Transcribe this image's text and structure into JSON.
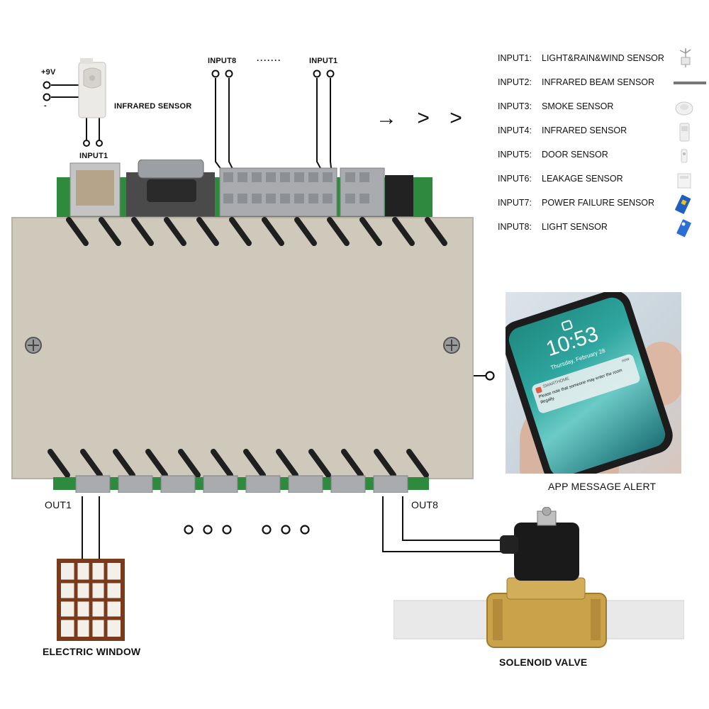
{
  "power": {
    "plus": "+9V",
    "minus": "-"
  },
  "pir": {
    "label": "INFRARED SENSOR",
    "input_label": "INPUT1"
  },
  "inputs_top": {
    "left": "INPUT8",
    "dots": "·······",
    "right": "INPUT1"
  },
  "arrows": "→ > >",
  "sensors": [
    {
      "key": "INPUT1:",
      "name": "LIGHT&RAIN&WIND SENSOR",
      "icon": "weather-station-icon"
    },
    {
      "key": "INPUT2:",
      "name": "INFRARED BEAM SENSOR",
      "icon": "beam-sensor-icon"
    },
    {
      "key": "INPUT3:",
      "name": "SMOKE SENSOR",
      "icon": "smoke-detector-icon"
    },
    {
      "key": "INPUT4:",
      "name": "INFRARED SENSOR",
      "icon": "pir-sensor-icon"
    },
    {
      "key": "INPUT5:",
      "name": "DOOR SENSOR",
      "icon": "door-sensor-icon"
    },
    {
      "key": "INPUT6:",
      "name": "LEAKAGE SENSOR",
      "icon": "leak-sensor-icon"
    },
    {
      "key": "INPUT7:",
      "name": "POWER FAILURE SENSOR",
      "icon": "power-failure-module-icon"
    },
    {
      "key": "INPUT8:",
      "name": "LIGHT SENSOR",
      "icon": "light-sensor-module-icon"
    }
  ],
  "phone": {
    "time": "10:53",
    "date": "Thursday, February 28",
    "app_name": "SMARTHOME",
    "notif_time": "now",
    "message": "Please note that someone may enter the room illegally.",
    "caption": "APP MESSAGE ALERT"
  },
  "outputs": {
    "left": "OUT1",
    "right": "OUT8"
  },
  "window_label": "ELECTRIC WINDOW",
  "valve_label": "SOLENOID VALVE",
  "colors": {
    "enclosure": "#cfc9bb",
    "pcb": "#2e8b3e",
    "terminal": "#a9abae",
    "brass": "#c9a24a"
  }
}
